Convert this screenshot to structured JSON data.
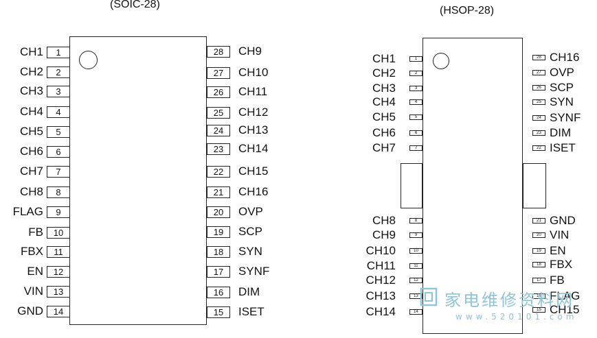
{
  "soic": {
    "title": "(SOIC-28)",
    "pins_left": [
      {
        "num": "1",
        "label": "CH1"
      },
      {
        "num": "2",
        "label": "CH2"
      },
      {
        "num": "3",
        "label": "CH3"
      },
      {
        "num": "4",
        "label": "CH4"
      },
      {
        "num": "5",
        "label": "CH5"
      },
      {
        "num": "6",
        "label": "CH6"
      },
      {
        "num": "7",
        "label": "CH7"
      },
      {
        "num": "8",
        "label": "CH8"
      },
      {
        "num": "9",
        "label": "FLAG"
      },
      {
        "num": "10",
        "label": "FB"
      },
      {
        "num": "11",
        "label": "FBX"
      },
      {
        "num": "12",
        "label": "EN"
      },
      {
        "num": "13",
        "label": "VIN"
      },
      {
        "num": "14",
        "label": "GND"
      }
    ],
    "pins_right": [
      {
        "num": "28",
        "label": "CH9"
      },
      {
        "num": "27",
        "label": "CH10"
      },
      {
        "num": "26",
        "label": "CH11"
      },
      {
        "num": "25",
        "label": "CH12"
      },
      {
        "num": "24",
        "label": "CH13"
      },
      {
        "num": "23",
        "label": "CH14"
      },
      {
        "num": "22",
        "label": "CH15"
      },
      {
        "num": "21",
        "label": "CH16"
      },
      {
        "num": "20",
        "label": "OVP"
      },
      {
        "num": "19",
        "label": "SCP"
      },
      {
        "num": "18",
        "label": "SYN"
      },
      {
        "num": "17",
        "label": "SYNF"
      },
      {
        "num": "16",
        "label": "DIM"
      },
      {
        "num": "15",
        "label": "ISET"
      }
    ]
  },
  "hsop": {
    "title": "(HSOP-28)",
    "pins_left": [
      {
        "num": "1",
        "label": "CH1"
      },
      {
        "num": "2",
        "label": "CH2"
      },
      {
        "num": "3",
        "label": "CH3"
      },
      {
        "num": "4",
        "label": "CH4"
      },
      {
        "num": "5",
        "label": "CH5"
      },
      {
        "num": "6",
        "label": "CH6"
      },
      {
        "num": "7",
        "label": "CH7"
      },
      {
        "num": "8",
        "label": "CH8"
      },
      {
        "num": "9",
        "label": "CH9"
      },
      {
        "num": "10",
        "label": "CH10"
      },
      {
        "num": "11",
        "label": "CH11"
      },
      {
        "num": "12",
        "label": "CH12"
      },
      {
        "num": "13",
        "label": "CH13"
      },
      {
        "num": "14",
        "label": "CH14"
      }
    ],
    "pins_right": [
      {
        "num": "28",
        "label": "CH16"
      },
      {
        "num": "27",
        "label": "OVP"
      },
      {
        "num": "26",
        "label": "SCP"
      },
      {
        "num": "25",
        "label": "SYN"
      },
      {
        "num": "24",
        "label": "SYNF"
      },
      {
        "num": "23",
        "label": "DIM"
      },
      {
        "num": "22",
        "label": "ISET"
      },
      {
        "num": "21",
        "label": "GND"
      },
      {
        "num": "20",
        "label": "VIN"
      },
      {
        "num": "19",
        "label": "EN"
      },
      {
        "num": "18",
        "label": "FBX"
      },
      {
        "num": "17",
        "label": "FB"
      },
      {
        "num": "16",
        "label": "FLAG"
      },
      {
        "num": "15",
        "label": "CH15"
      }
    ]
  },
  "watermark": {
    "text": "家电维修资料网",
    "url": "www.520101.com",
    "color": "#8fc4d8"
  }
}
